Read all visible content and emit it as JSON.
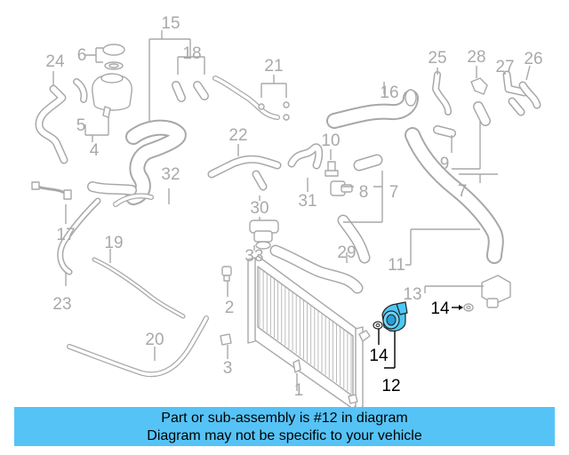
{
  "callouts": [
    {
      "id": "c1",
      "text": "1"
    },
    {
      "id": "c2",
      "text": "2"
    },
    {
      "id": "c3",
      "text": "3"
    },
    {
      "id": "c4",
      "text": "4"
    },
    {
      "id": "c5",
      "text": "5"
    },
    {
      "id": "c6",
      "text": "6"
    },
    {
      "id": "c7a",
      "text": "7"
    },
    {
      "id": "c7b",
      "text": "7"
    },
    {
      "id": "c8",
      "text": "8"
    },
    {
      "id": "c9",
      "text": "9"
    },
    {
      "id": "c10",
      "text": "10"
    },
    {
      "id": "c11",
      "text": "11"
    },
    {
      "id": "c12",
      "text": "12"
    },
    {
      "id": "c13",
      "text": "13"
    },
    {
      "id": "c14a",
      "text": "14"
    },
    {
      "id": "c14b",
      "text": "14"
    },
    {
      "id": "c15",
      "text": "15"
    },
    {
      "id": "c16",
      "text": "16"
    },
    {
      "id": "c17",
      "text": "17"
    },
    {
      "id": "c18",
      "text": "18"
    },
    {
      "id": "c19",
      "text": "19"
    },
    {
      "id": "c20",
      "text": "20"
    },
    {
      "id": "c21",
      "text": "21"
    },
    {
      "id": "c22",
      "text": "22"
    },
    {
      "id": "c23",
      "text": "23"
    },
    {
      "id": "c24",
      "text": "24"
    },
    {
      "id": "c25",
      "text": "25"
    },
    {
      "id": "c26",
      "text": "26"
    },
    {
      "id": "c27",
      "text": "27"
    },
    {
      "id": "c28",
      "text": "28"
    },
    {
      "id": "c29",
      "text": "29"
    },
    {
      "id": "c30",
      "text": "30"
    },
    {
      "id": "c31",
      "text": "31"
    },
    {
      "id": "c32",
      "text": "32"
    },
    {
      "id": "c33",
      "text": "33"
    }
  ],
  "highlighted_part": "12",
  "banner": {
    "line1": "Part or sub-assembly is #12 in diagram",
    "line2": "Diagram may not be specific to your vehicle"
  },
  "colors": {
    "banner": "#56c3f6",
    "highlight": "#4cc8f4",
    "linework": "#a8a8a8",
    "callout_text": "#a9a9a9"
  }
}
